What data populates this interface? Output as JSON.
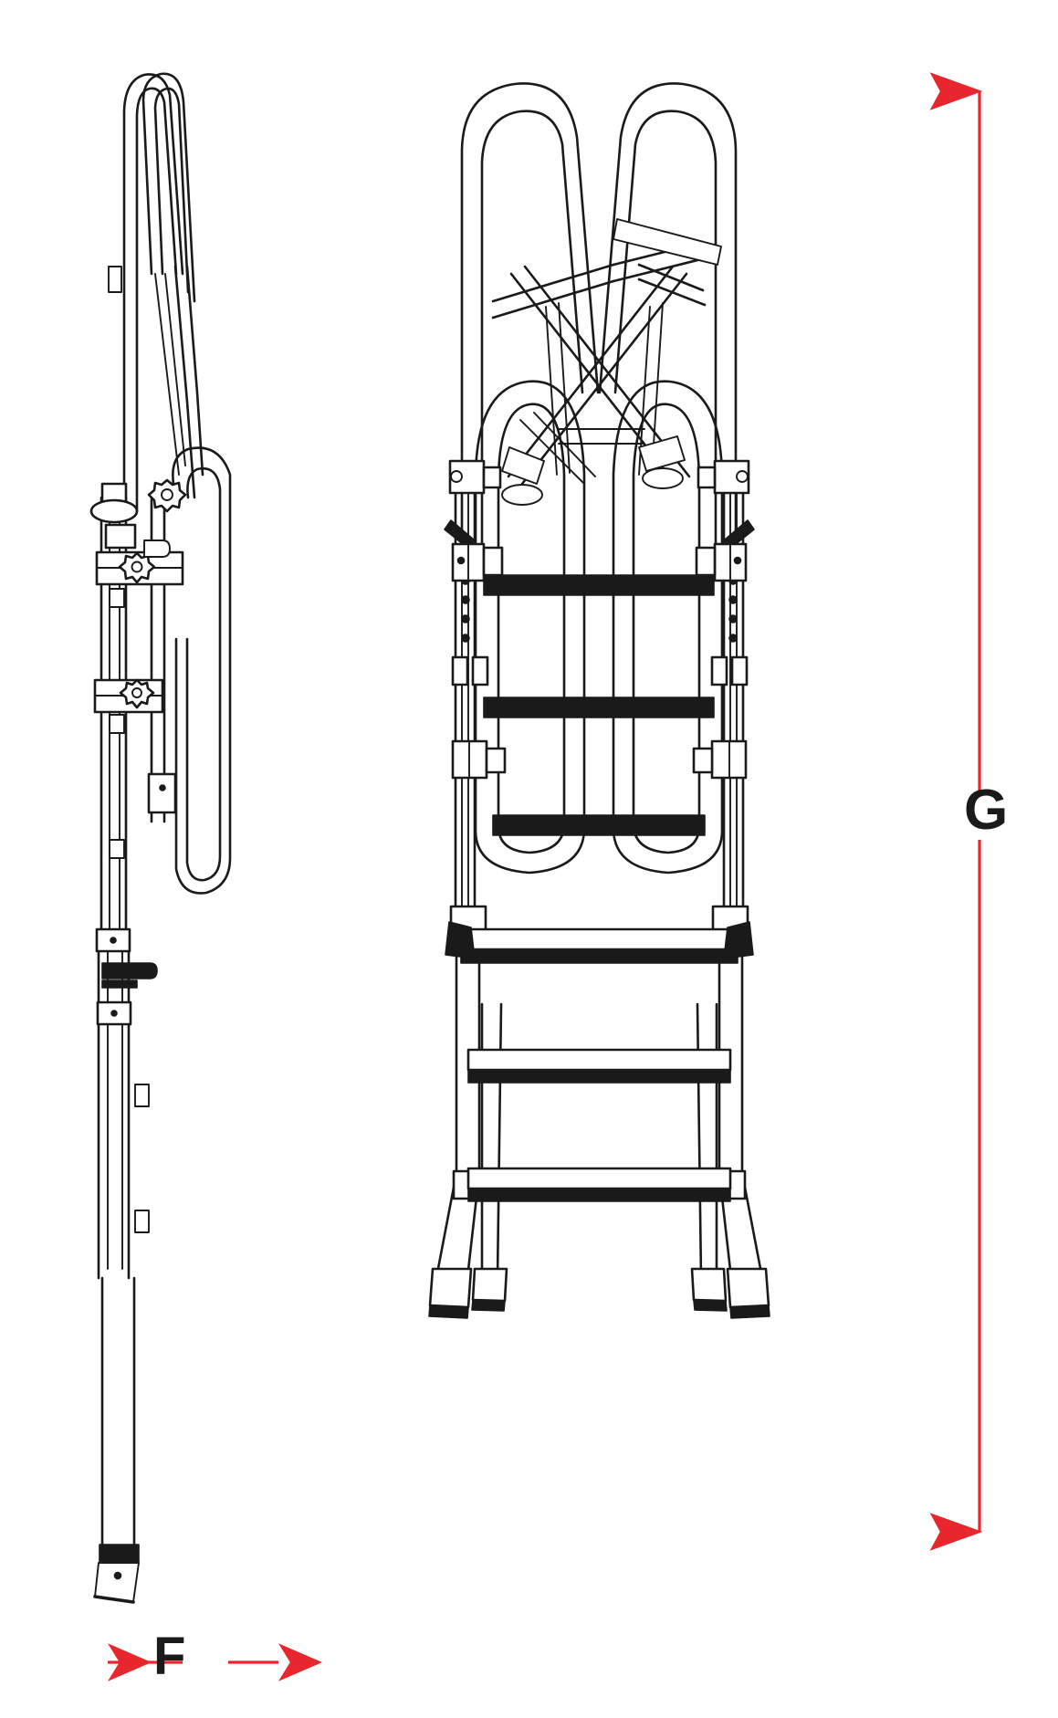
{
  "document": {
    "type": "technical-line-drawing",
    "subject": "folding telescoping step ladder with safety rails",
    "views": [
      {
        "name": "side-view-folded",
        "position": "left"
      },
      {
        "name": "front-view-open",
        "position": "right"
      }
    ],
    "background_color": "#ffffff",
    "line_color": "#1a1a1a"
  },
  "dimensions": {
    "accent_color": "#e8262d",
    "items": [
      {
        "id": "G",
        "label": "G",
        "orientation": "vertical",
        "arrow_style": "double-headed",
        "measures": "overall-height-of-front-view",
        "applies_to_view": "front-view-open"
      },
      {
        "id": "F",
        "label": "F",
        "orientation": "horizontal",
        "arrow_style": "double-headed",
        "measures": "overall-depth-of-folded-side-view",
        "applies_to_view": "side-view-folded"
      }
    ]
  },
  "side_view": {
    "name": "side-view-folded",
    "parts": [
      {
        "name": "handrail-loop-upper",
        "count": 2
      },
      {
        "name": "handrail-loop-lower",
        "count": 1
      },
      {
        "name": "telescoping-stile",
        "count": 2
      },
      {
        "name": "star-knob",
        "count": 2
      },
      {
        "name": "locking-collar",
        "count": 4
      },
      {
        "name": "rung-end-bracket",
        "count": 4
      },
      {
        "name": "latch-lever",
        "count": 1
      },
      {
        "name": "foot-pad",
        "count": 1
      }
    ]
  },
  "front_view": {
    "name": "front-view-open",
    "parts": [
      {
        "name": "handrail-loop-left",
        "count": 1
      },
      {
        "name": "handrail-loop-right",
        "count": 1
      },
      {
        "name": "cross-brace",
        "count": 2
      },
      {
        "name": "guard-loop-left",
        "count": 1
      },
      {
        "name": "guard-loop-right",
        "count": 1
      },
      {
        "name": "telescoping-stile",
        "count": 4
      },
      {
        "name": "adjustment-hole",
        "count": 8
      },
      {
        "name": "locking-clamp",
        "count": 6
      },
      {
        "name": "release-lever",
        "count": 2
      },
      {
        "name": "step-tread",
        "count": 6
      },
      {
        "name": "foot-pad",
        "count": 4
      }
    ]
  }
}
